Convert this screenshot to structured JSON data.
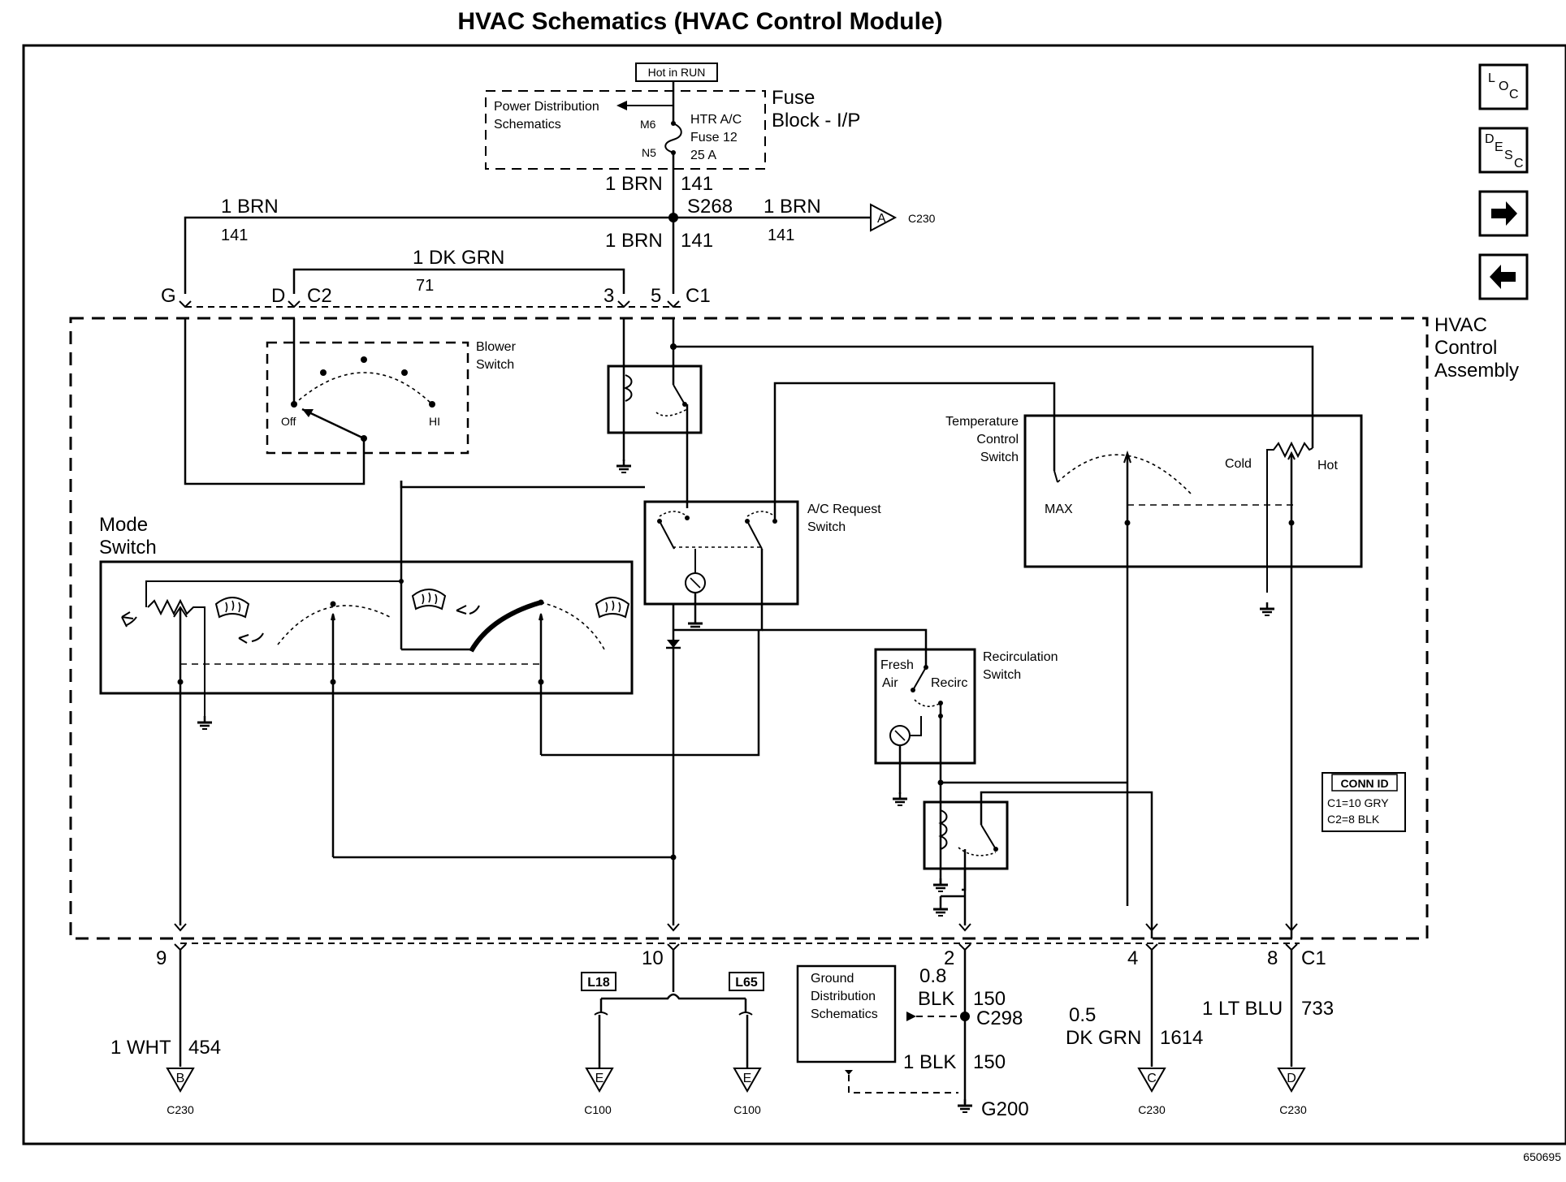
{
  "title": "HVAC Schematics (HVAC Control Module)",
  "figure_id": "650695",
  "nav": [
    "LOC",
    "DESC",
    "Next",
    "Previous"
  ],
  "fuse_block": {
    "hot_label": "Hot in RUN",
    "title_line1": "Fuse",
    "title_line2": "Block - I/P",
    "pds_line1": "Power Distribution",
    "pds_line2": "Schematics",
    "pin_m6": "M6",
    "pin_n5": "N5",
    "fuse_line1": "HTR A/C",
    "fuse_line2": "Fuse 12",
    "fuse_line3": "25 A"
  },
  "wires": {
    "brn_a_color": "1 BRN",
    "brn_a_ckt": "141",
    "s268": "S268",
    "left_color": "1 BRN",
    "left_ckt": "141",
    "right_color": "1 BRN",
    "right_ckt": "141",
    "down_color": "1 BRN",
    "down_ckt": "141",
    "dkgrn_color": "1 DK GRN",
    "dkgrn_ckt": "71",
    "c230_a": "C230",
    "conn_a": "A"
  },
  "top_pins": {
    "g": "G",
    "d": "D",
    "c2": "C2",
    "p3": "3",
    "p5": "5",
    "c1": "C1"
  },
  "assembly": {
    "line1": "HVAC",
    "line2": "Control",
    "line3": "Assembly"
  },
  "blower": {
    "line1": "Blower",
    "line2": "Switch",
    "off": "Off",
    "hi": "HI"
  },
  "mode": {
    "line1": "Mode",
    "line2": "Switch"
  },
  "ac_request": {
    "line1": "A/C Request",
    "line2": "Switch"
  },
  "temp": {
    "line1": "Temperature",
    "line2": "Control",
    "line3": "Switch",
    "max": "MAX",
    "cold": "Cold",
    "hot": "Hot"
  },
  "recirc": {
    "line1": "Recirculation",
    "line2": "Switch",
    "fresh": "Fresh",
    "air": "Air",
    "recirc": "Recirc"
  },
  "conn_id": {
    "title": "CONN ID",
    "c1": "C1=10 GRY",
    "c2": "C2=8 BLK"
  },
  "bottom_pins": {
    "p9": "9",
    "p10": "10",
    "p2": "2",
    "p4": "4",
    "p8": "8",
    "c1": "C1"
  },
  "bottom": {
    "wht_color": "1 WHT",
    "wht_ckt": "454",
    "conn_b": "B",
    "c230_b": "C230",
    "l18": "L18",
    "l65": "L65",
    "conn_e": "E",
    "c100": "C100",
    "gds_line1": "Ground",
    "gds_line2": "Distribution",
    "gds_line3": "Schematics",
    "blk08_size": "0.8",
    "blk08_color": "BLK",
    "blk08_ckt": "150",
    "c298": "C298",
    "blk1_color": "1 BLK",
    "blk1_ckt": "150",
    "g200": "G200",
    "dkgrn_size": "0.5",
    "dkgrn_color": "DK GRN",
    "dkgrn_ckt": "1614",
    "conn_c": "C",
    "c230_c": "C230",
    "ltblu_color": "1 LT BLU",
    "ltblu_ckt": "733",
    "conn_d": "D",
    "c230_d": "C230"
  }
}
